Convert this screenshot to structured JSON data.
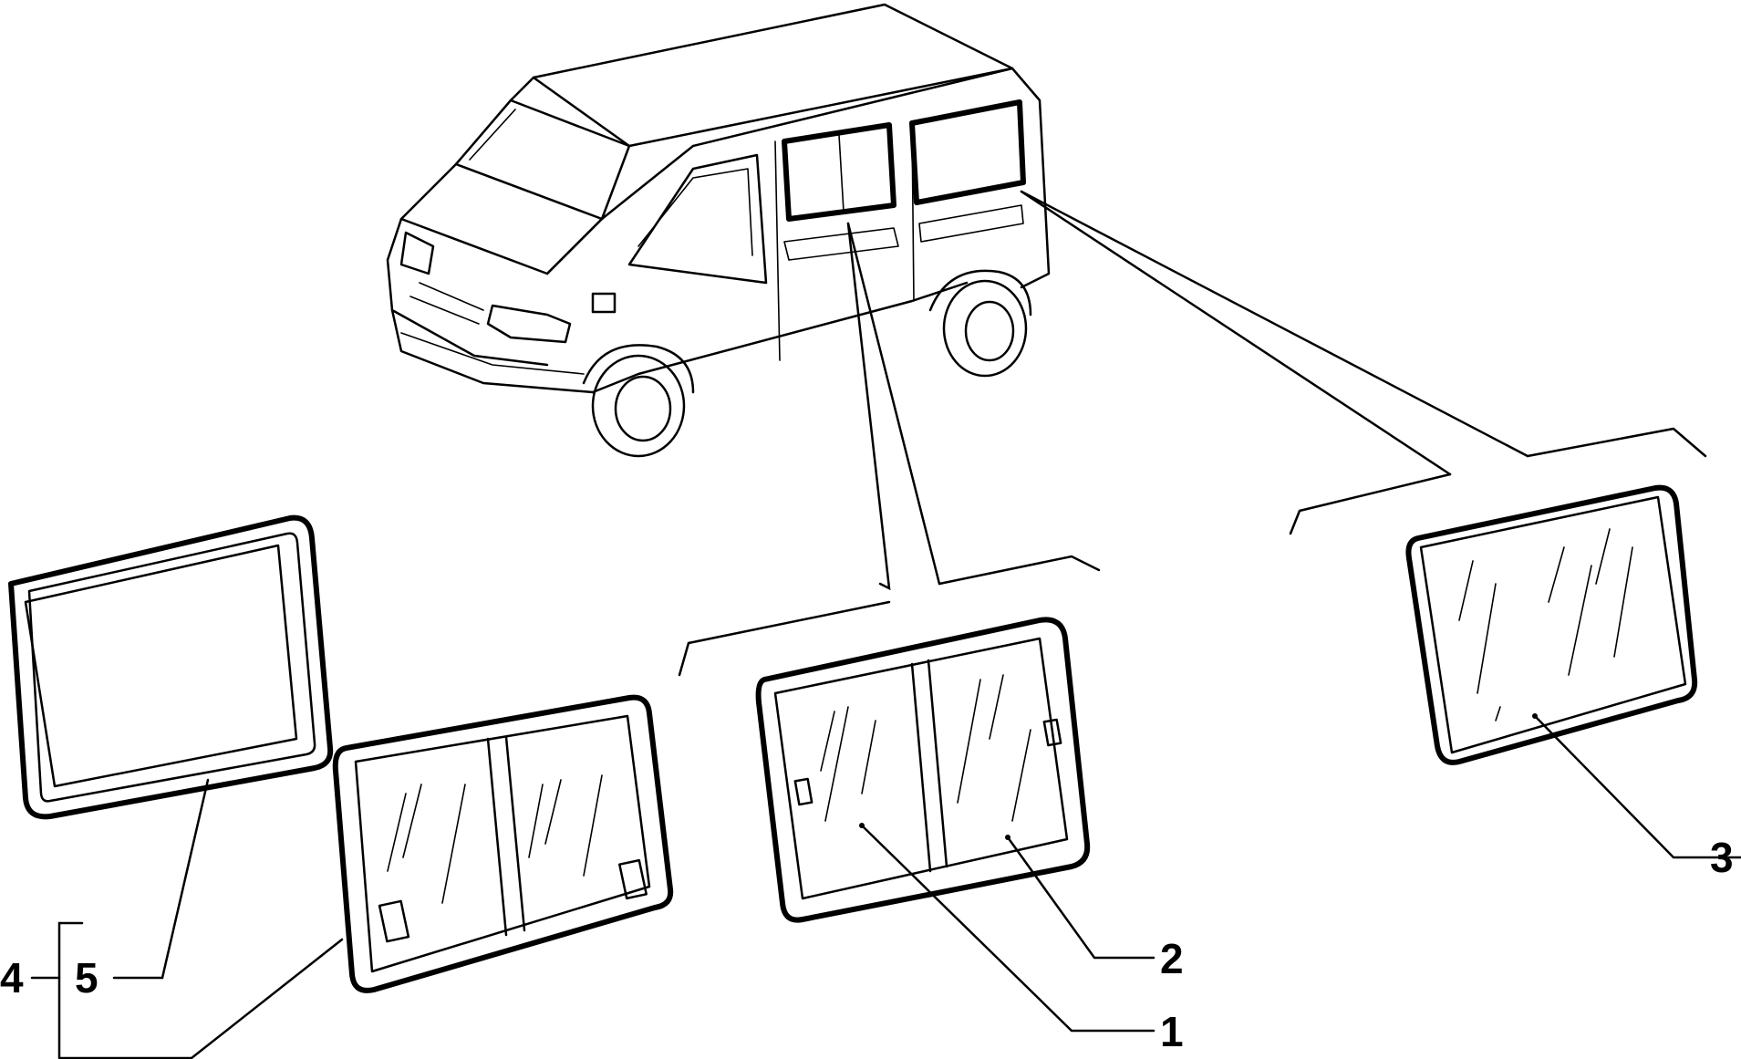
{
  "labels": {
    "p1": "1",
    "p2": "2",
    "p3": "3",
    "p4": "4",
    "p5": "5"
  }
}
